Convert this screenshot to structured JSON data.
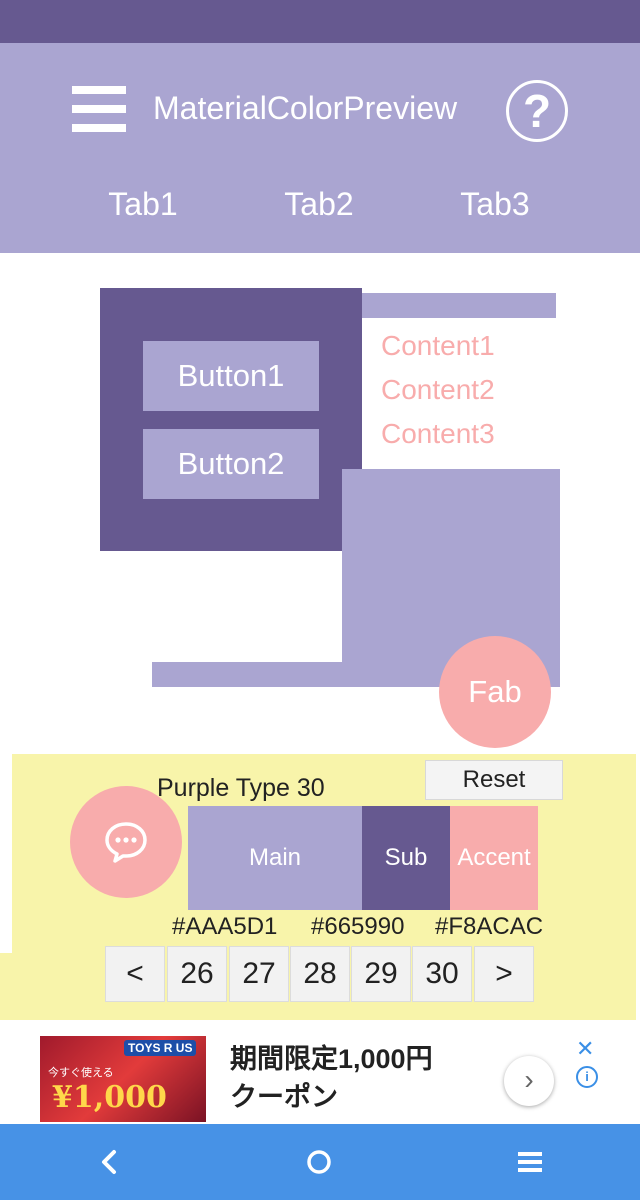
{
  "app_bar": {
    "title": "MaterialColorPreview",
    "tabs": [
      {
        "label": "Tab1"
      },
      {
        "label": "Tab2"
      },
      {
        "label": "Tab3"
      }
    ]
  },
  "preview": {
    "buttons": [
      {
        "label": "Button1"
      },
      {
        "label": "Button2"
      }
    ],
    "contents": [
      "Content1",
      "Content2",
      "Content3"
    ],
    "fab_label": "Fab"
  },
  "palette": {
    "type_label": "Purple Type 30",
    "reset_label": "Reset",
    "swatches": [
      {
        "label": "Main",
        "hex": "#AAA5D1"
      },
      {
        "label": "Sub",
        "hex": "#665990"
      },
      {
        "label": "Accent",
        "hex": "#F8ACAC"
      }
    ],
    "pager": {
      "prev": "<",
      "pages": [
        "26",
        "27",
        "28",
        "29",
        "30"
      ],
      "next": ">"
    }
  },
  "ad": {
    "line1": "期間限定1,000円",
    "line2": "クーポン",
    "image_logo": "TOYS R US",
    "image_tagline": "今すぐ使える",
    "image_price": "¥1,000",
    "close_symbol": "✕",
    "info_symbol": "i",
    "arrow_symbol": "›"
  },
  "colors": {
    "main": "#AAA5D1",
    "sub": "#665990",
    "accent": "#F8ACAC",
    "panel": "#F8F4AA",
    "nav_bar": "#4792E6"
  },
  "icons": {
    "menu": "hamburger-menu-icon",
    "help": "question-mark-icon",
    "chat": "chat-bubble-icon",
    "nav_back": "chevron-left-icon",
    "nav_home": "circle-home-icon",
    "nav_recents": "hamburger-icon"
  }
}
